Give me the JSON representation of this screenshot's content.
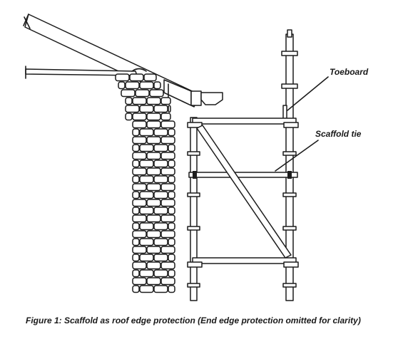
{
  "figure": {
    "labels": {
      "toeboard": "Toeboard",
      "scaffold_tie": "Scaffold tie"
    },
    "caption": "Figure 1: Scaffold as roof edge protection (End edge protection omitted for clarity)"
  },
  "colors": {
    "ink": "#1c1c1c",
    "background": "#ffffff"
  }
}
